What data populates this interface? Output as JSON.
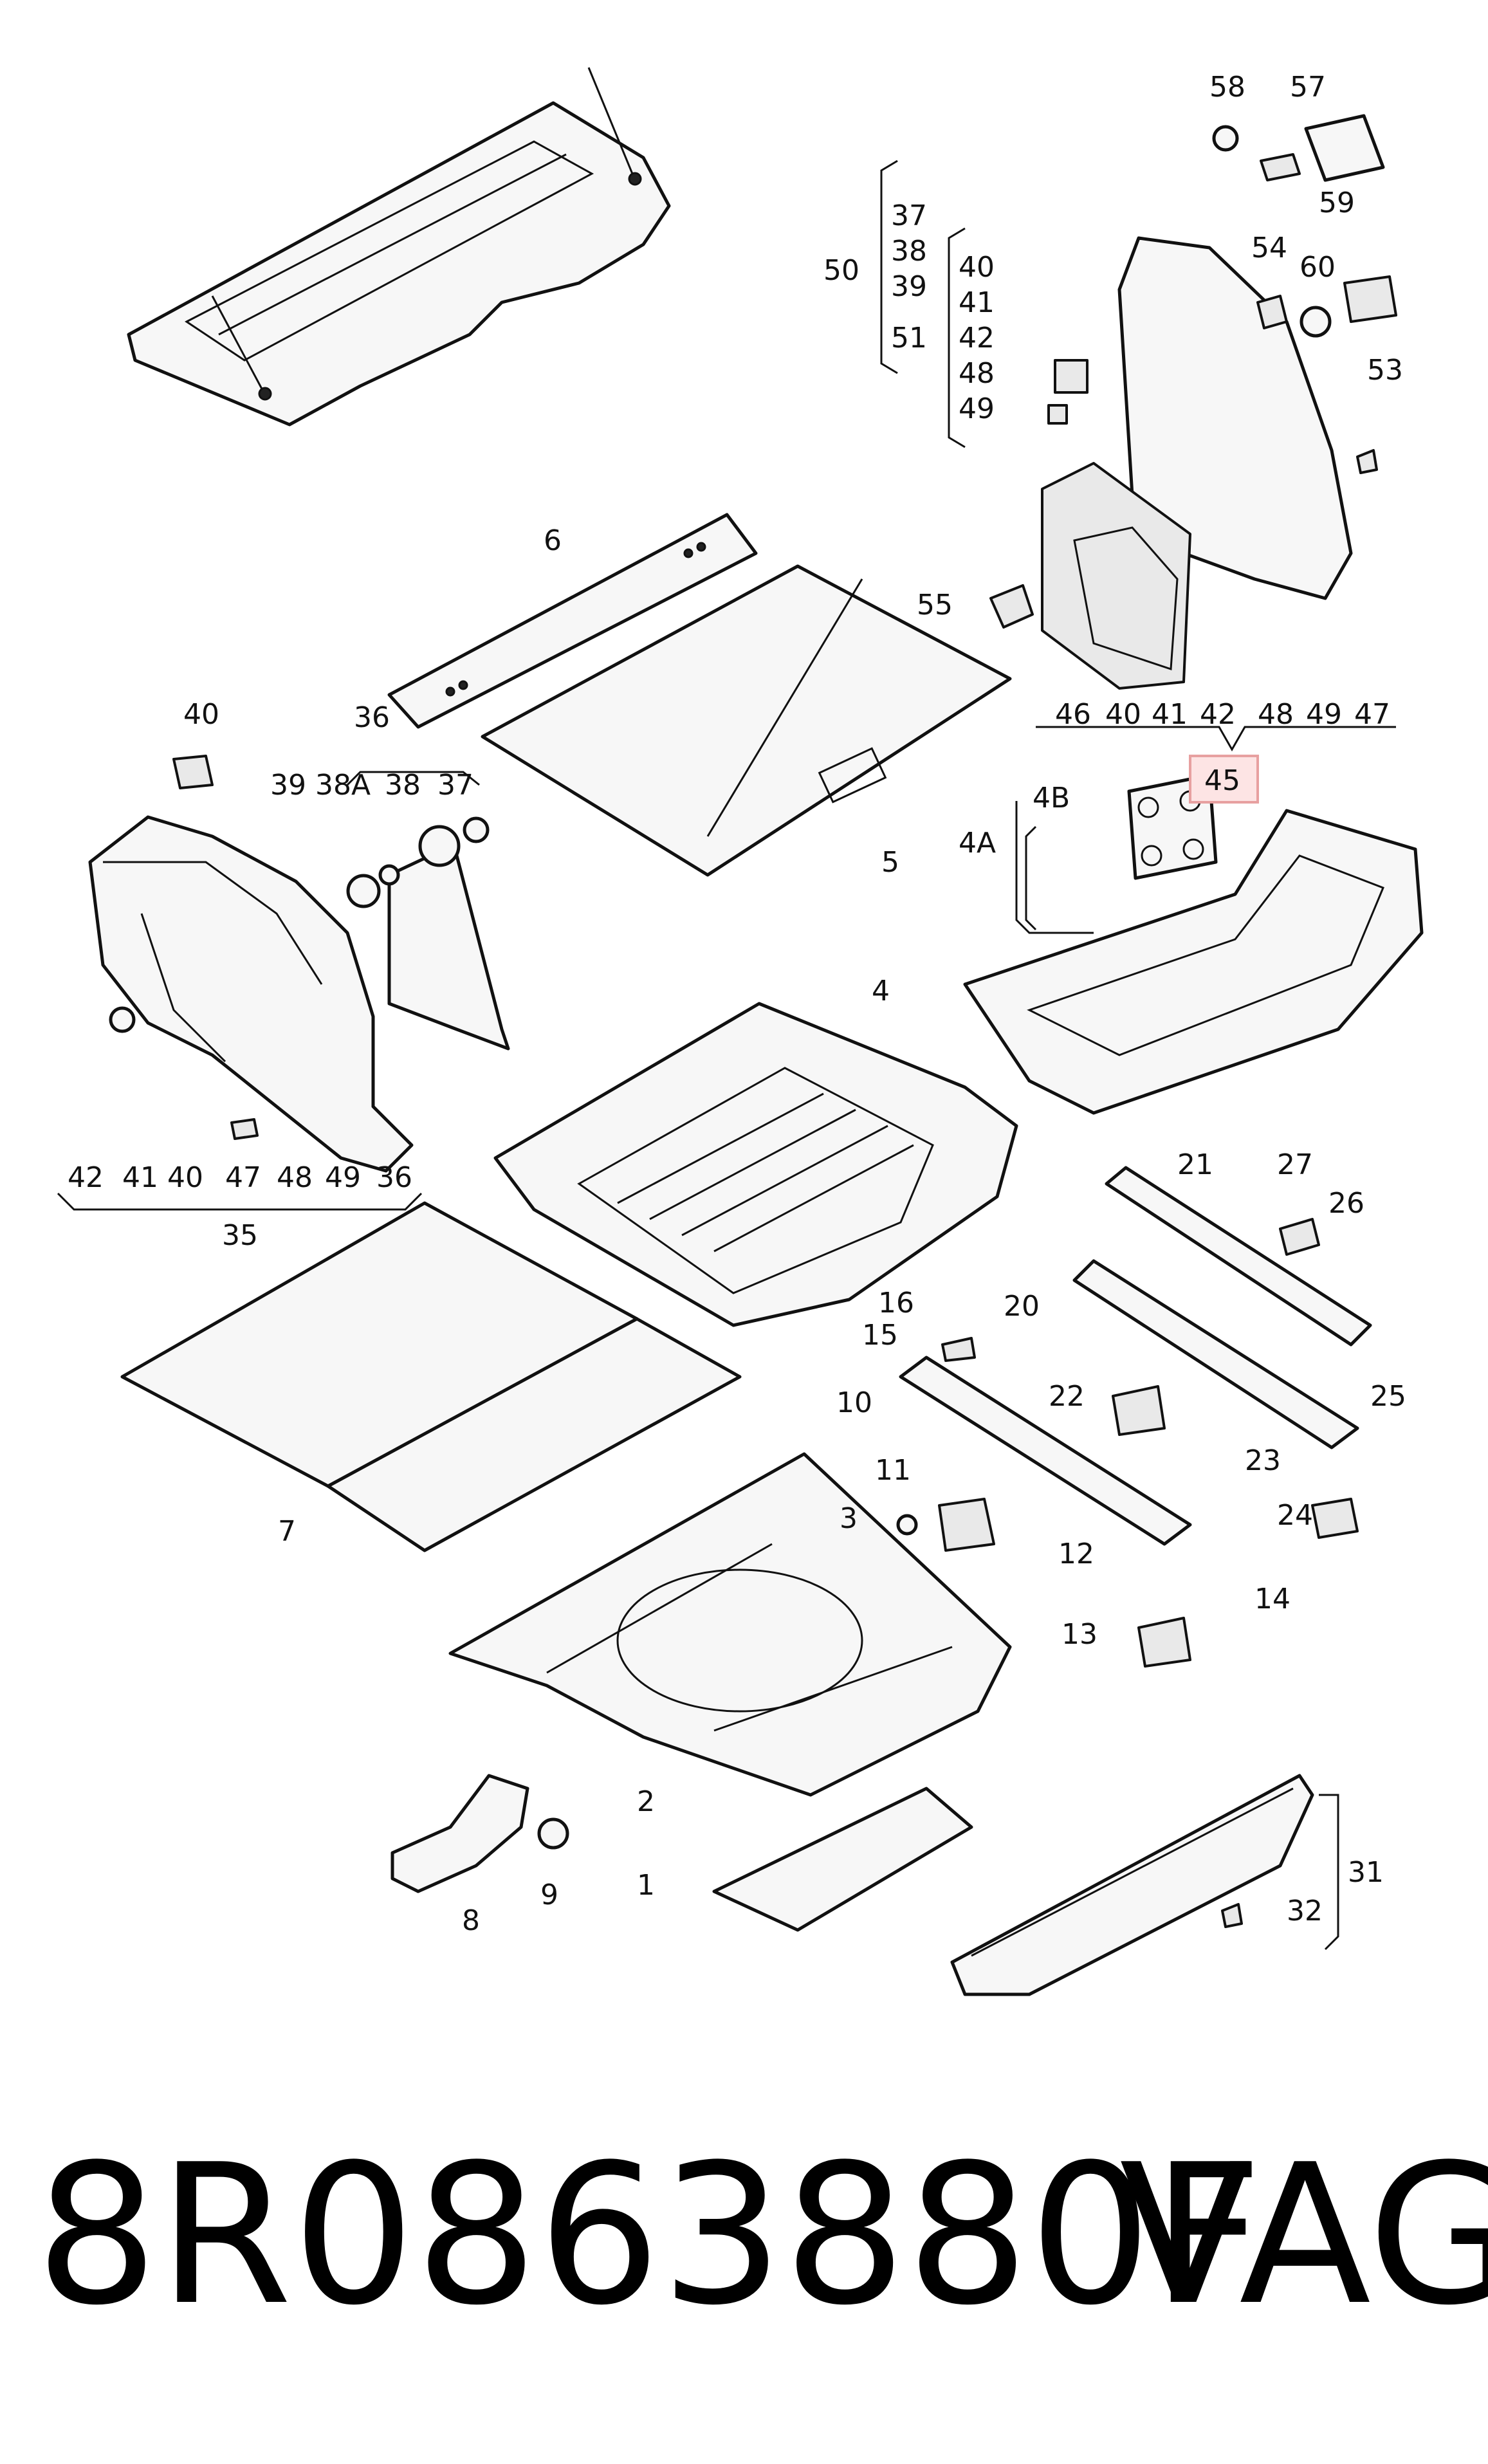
{
  "footer": {
    "part_number": "8R0863880F",
    "brand": "VAG"
  },
  "highlight": "45",
  "labels": [
    "58",
    "57",
    "59",
    "54",
    "60",
    "53",
    "50",
    "37",
    "38",
    "39",
    "40",
    "41",
    "51",
    "42",
    "48",
    "49",
    "6",
    "55",
    "46",
    "40",
    "41",
    "42",
    "48",
    "49",
    "47",
    "45",
    "40",
    "36",
    "39",
    "38A",
    "38",
    "37",
    "5",
    "4B",
    "4A",
    "42",
    "41",
    "40",
    "47",
    "48",
    "49",
    "36",
    "35",
    "4",
    "21",
    "27",
    "26",
    "16",
    "20",
    "15",
    "22",
    "25",
    "10",
    "23",
    "11",
    "3",
    "12",
    "24",
    "14",
    "13",
    "7",
    "2",
    "31",
    "32",
    "1",
    "8",
    "9"
  ]
}
